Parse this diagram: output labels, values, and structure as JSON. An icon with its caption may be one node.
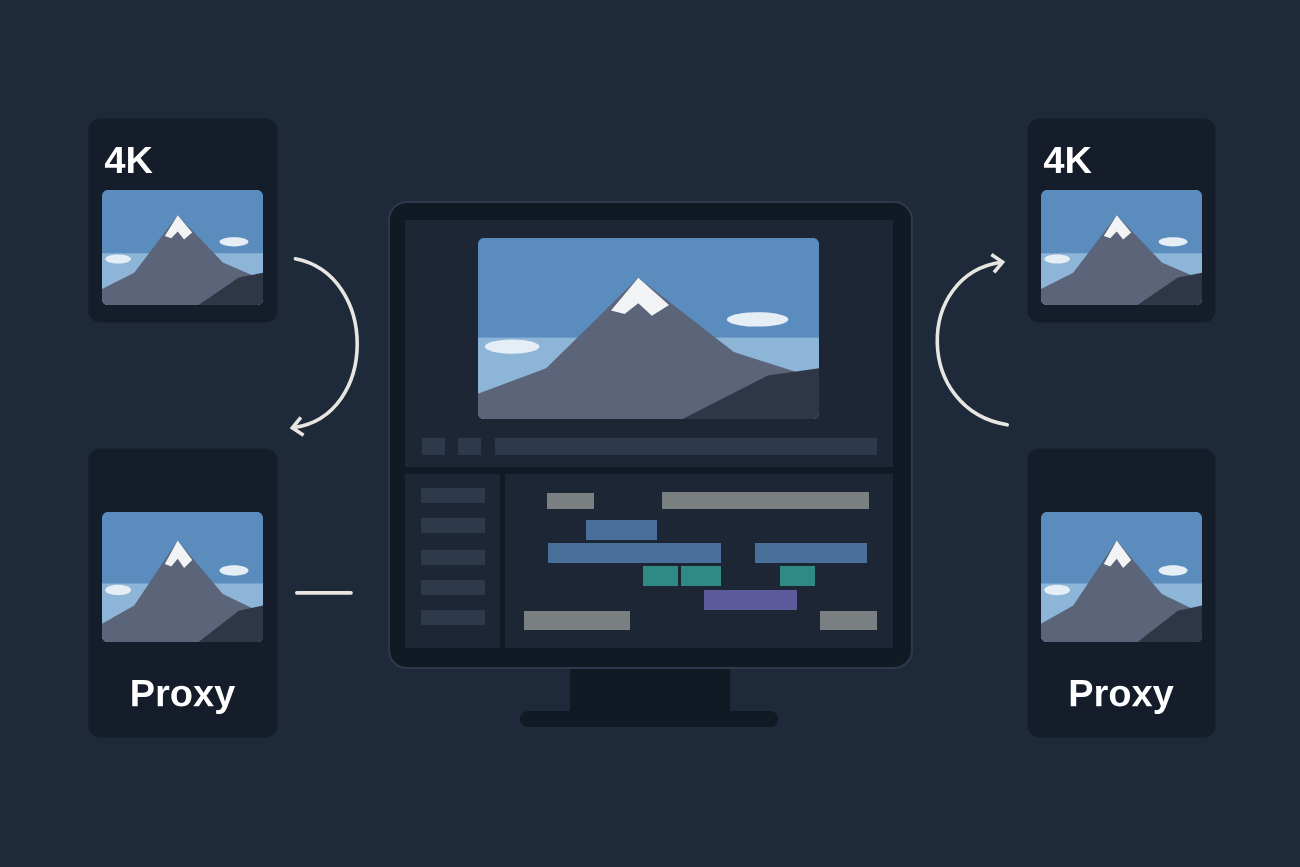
{
  "diagram": {
    "nodes": [
      {
        "text": [
          "4K"
        ]
      },
      {
        "text": [
          "Proxy"
        ]
      },
      {
        "text": [],
        "shape": "picture"
      },
      {
        "text": [
          "4K"
        ]
      },
      {
        "text": [
          "Proxy"
        ]
      }
    ],
    "edges": [
      {
        "from": 0,
        "to": 1,
        "arrow": "to"
      },
      {
        "from": 1,
        "to": 2,
        "arrow": "none"
      },
      {
        "from": 4,
        "to": 3,
        "arrow": "to"
      }
    ]
  }
}
